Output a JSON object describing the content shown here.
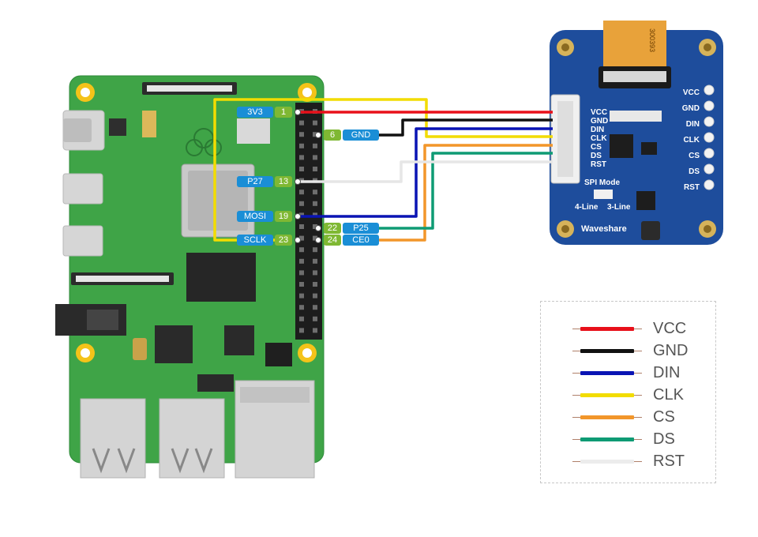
{
  "board": {
    "pins": [
      {
        "id": "pin-3v3",
        "name": "3V3",
        "num": "1",
        "side": "left"
      },
      {
        "id": "pin-gnd",
        "name": "GND",
        "num": "6",
        "side": "right"
      },
      {
        "id": "pin-p27",
        "name": "P27",
        "num": "13",
        "side": "left"
      },
      {
        "id": "pin-mosi",
        "name": "MOSI",
        "num": "19",
        "side": "left"
      },
      {
        "id": "pin-p25",
        "name": "P25",
        "num": "22",
        "side": "right"
      },
      {
        "id": "pin-sclk",
        "name": "SCLK",
        "num": "23",
        "side": "left"
      },
      {
        "id": "pin-ce0",
        "name": "CE0",
        "num": "24",
        "side": "right"
      }
    ]
  },
  "module": {
    "brand": "Waveshare",
    "spi_mode_label": "SPI Mode",
    "four_line_label": "4-Line",
    "three_line_label": "3-Line",
    "connector_labels": [
      "VCC",
      "GND",
      "DIN",
      "CLK",
      "CS",
      "DS",
      "RST"
    ],
    "header_labels": [
      "VCC",
      "GND",
      "DIN",
      "CLK",
      "CS",
      "DS",
      "RST"
    ],
    "flex_code": "300393"
  },
  "wires": [
    {
      "signal": "VCC",
      "color": "#e8101a"
    },
    {
      "signal": "GND",
      "color": "#111111"
    },
    {
      "signal": "DIN",
      "color": "#0a14b4"
    },
    {
      "signal": "CLK",
      "color": "#f2dc00"
    },
    {
      "signal": "CS",
      "color": "#f2962a"
    },
    {
      "signal": "DS",
      "color": "#0e9b74"
    },
    {
      "signal": "RST",
      "color": "#ececec"
    }
  ],
  "legend": [
    {
      "label": "VCC",
      "color": "#e8101a"
    },
    {
      "label": "GND",
      "color": "#111111"
    },
    {
      "label": "DIN",
      "color": "#0a14b4"
    },
    {
      "label": "CLK",
      "color": "#f2dc00"
    },
    {
      "label": "CS",
      "color": "#f2962a"
    },
    {
      "label": "DS",
      "color": "#0e9b74"
    },
    {
      "label": "RST",
      "color": "#ececec"
    }
  ]
}
